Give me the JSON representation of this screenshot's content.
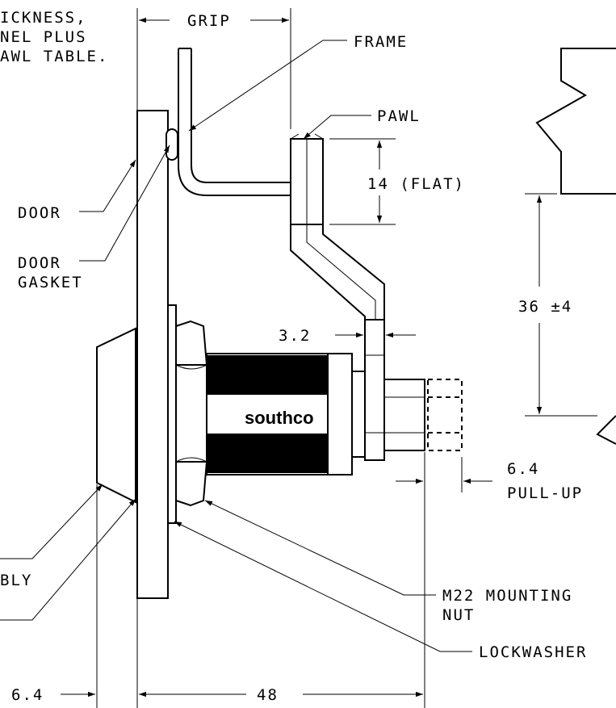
{
  "labels": {
    "thickness_line1": "ICKNESS,",
    "thickness_line2": "NEL PLUS",
    "thickness_line3": "AWL TABLE.",
    "grip": "GRIP",
    "frame": "FRAME",
    "pawl": "PAWL",
    "flat": "14 (FLAT)",
    "door": "DOOR",
    "door_gasket_line1": "DOOR",
    "door_gasket_line2": "GASKET",
    "dim_36": "36 ±4",
    "dim_3_2": "3.2",
    "brand": "southco",
    "pull_up_value": "6.4",
    "pull_up_label": "PULL-UP",
    "assembly": "BLY",
    "mounting_nut_line1": "M22 MOUNTING",
    "mounting_nut_line2": "NUT",
    "lockwasher": "LOCKWASHER",
    "dim_6_4_bottom": "6.4",
    "dim_48": "48"
  }
}
